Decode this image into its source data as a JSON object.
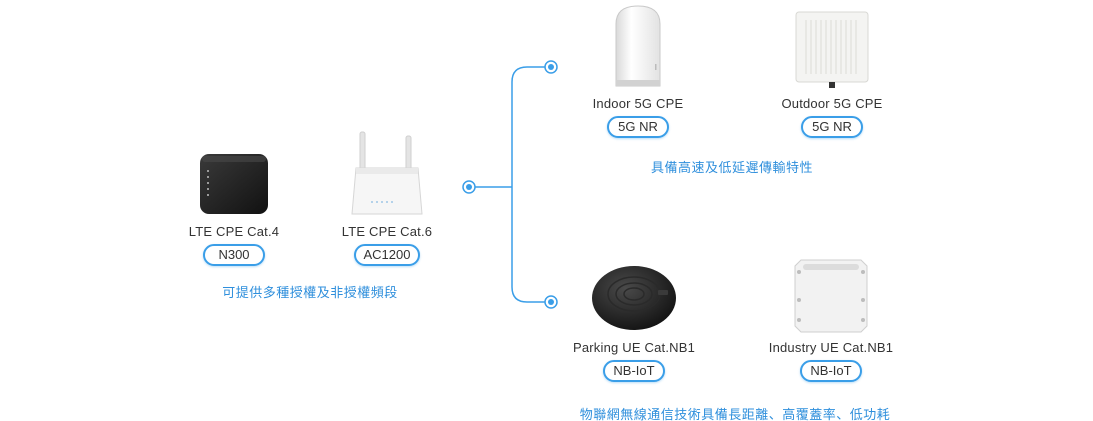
{
  "left_group": {
    "products": [
      {
        "name": "LTE CPE Cat.4",
        "badge": "N300"
      },
      {
        "name": "LTE CPE Cat.6",
        "badge": "AC1200"
      }
    ],
    "caption": "可提供多種授權及非授權頻段"
  },
  "top_group": {
    "products": [
      {
        "name": "Indoor 5G CPE",
        "badge": "5G NR"
      },
      {
        "name": "Outdoor 5G CPE",
        "badge": "5G NR"
      }
    ],
    "caption": "具備高速及低延遲傳輸特性"
  },
  "bottom_group": {
    "products": [
      {
        "name": "Parking UE Cat.NB1",
        "badge": "NB-IoT"
      },
      {
        "name": "Industry UE Cat.NB1",
        "badge": "NB-IoT"
      }
    ],
    "caption": "物聯網無線通信技術具備長距離、高覆蓋率、低功耗"
  },
  "colors": {
    "accent": "#3a9ee8",
    "caption": "#2f8fdc",
    "text": "#333333"
  }
}
